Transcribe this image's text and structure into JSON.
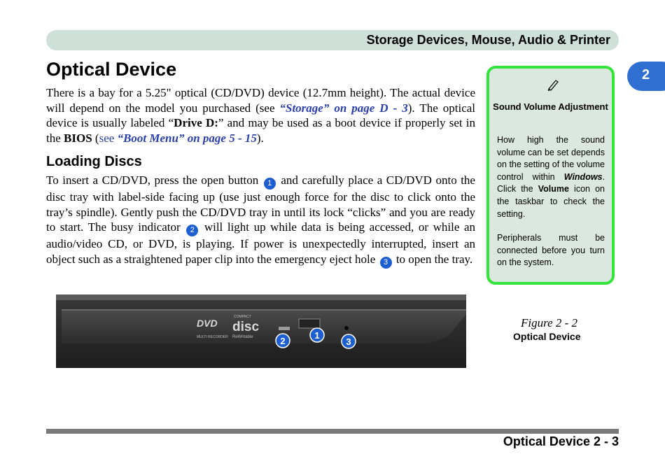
{
  "header": {
    "title": "Storage Devices, Mouse, Audio & Printer"
  },
  "chapter_tab": {
    "number": "2"
  },
  "page": {
    "title": "Optical Device",
    "para1": {
      "t1": "There is a bay for a 5.25\" optical (CD/DVD) device (12.7mm height). The actual device will depend on the model you purchased (see ",
      "xref1": "“Storage” on page D - 3",
      "t2": "). The optical device is usually labeled “",
      "drive": "Drive D:",
      "t3": "” and may be used as a boot device if properly set in the ",
      "bios": "BIOS",
      "t4": " (",
      "see": "see ",
      "xref2": "“Boot Menu” on page 5 - 15",
      "t5": ")."
    },
    "section_title": "Loading Discs",
    "para2": {
      "t1": "To insert a CD/DVD, press the open button ",
      "c1": "1",
      "t2": " and carefully place a CD/DVD onto the disc tray with label-side facing up (use just enough force for the disc to click onto the tray’s spindle). Gently push the CD/DVD tray in until its lock “clicks” and you are ready to start. The busy indicator ",
      "c2": "2",
      "t3": " will light up while data is being accessed, or while an audio/video CD, or DVD, is playing. If power is unexpectedly interrupted, insert an object such as a straightened paper clip into the emergency eject hole ",
      "c3": "3",
      "t4": " to open the tray."
    }
  },
  "sidebar": {
    "icon": "pencil-note-icon",
    "heading": "Sound Volume Adjustment",
    "p1": {
      "t1": "How high the sound volume can be set depends on the setting of the volume control within ",
      "win": "Windows",
      "t2": ". Click the ",
      "vol": "Volume",
      "t3": " icon on the taskbar to check the setting."
    },
    "p2": "Peripherals must be connected before you turn on the system."
  },
  "figure": {
    "label": "Figure 2 - 2",
    "caption": "Optical Device",
    "callouts": [
      "1",
      "2",
      "3"
    ],
    "dvd_logo": "DVD",
    "dvd_sub": "MULTI RECORDER",
    "disc_logo": "disc",
    "disc_top": "COMPACT",
    "disc_sub": "ReWritable"
  },
  "footer": {
    "text": "Optical Device  2  -  3"
  },
  "colors": {
    "accent": "#2f6fd1",
    "link": "#2a3fa8",
    "sidebar_border": "#33e43a",
    "header_bar": "#cfe0d8"
  }
}
